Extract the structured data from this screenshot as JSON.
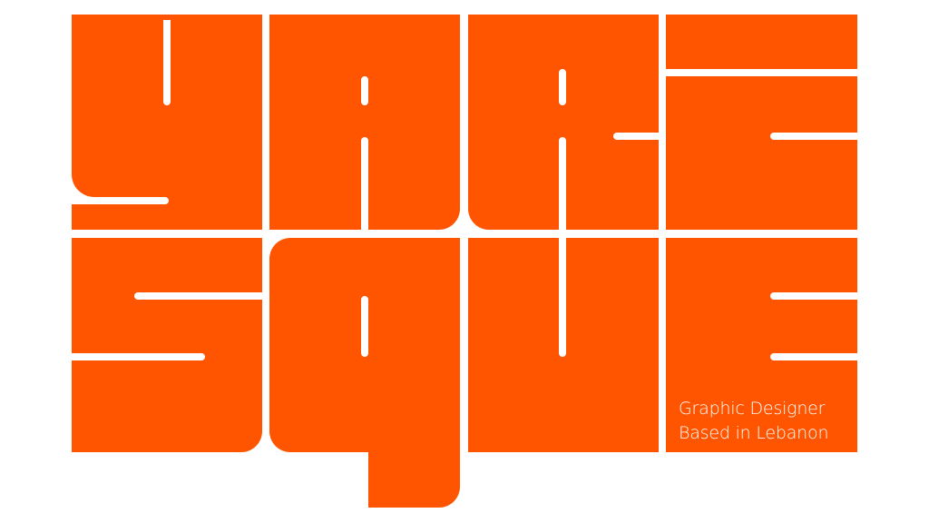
{
  "logo": {
    "name": "YARE SQUE",
    "color": "#FF5500",
    "background": "#FFFFFF"
  },
  "tagline": {
    "line1": "Graphic Designer",
    "line2": "Based in Lebanon"
  }
}
